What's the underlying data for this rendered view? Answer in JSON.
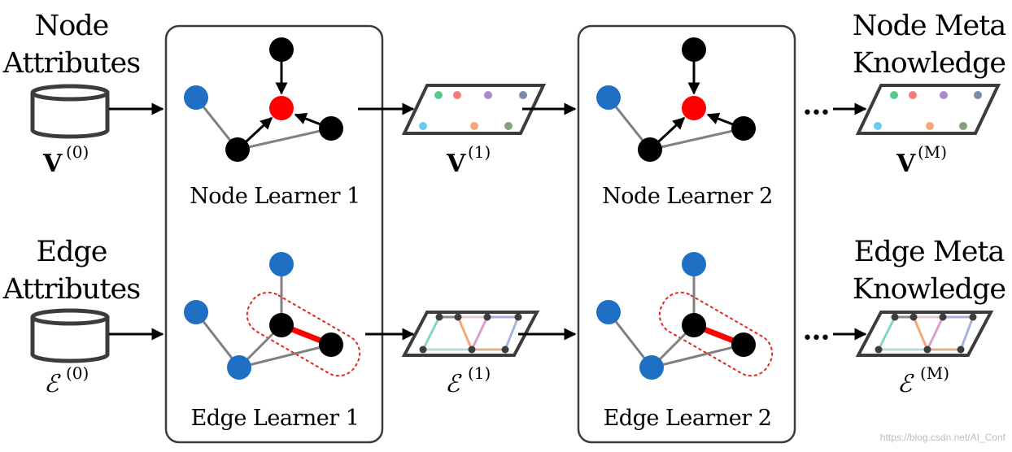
{
  "node_row": {
    "input_label_line1": "Node",
    "input_label_line2": "Attributes",
    "input_symbol": "V",
    "input_superscript": "(0)",
    "learner1_caption": "Node Learner 1",
    "learner2_caption": "Node Learner 2",
    "mid_symbol": "V",
    "mid_superscript": "(1)",
    "output_label_line1": "Node Meta",
    "output_label_line2": "Knowledge",
    "output_symbol": "V",
    "output_superscript": "(M)",
    "ellipsis": "•••"
  },
  "edge_row": {
    "input_label_line1": "Edge",
    "input_label_line2": "Attributes",
    "input_symbol": "ℰ",
    "input_superscript": "(0)",
    "learner1_caption": "Edge Learner 1",
    "learner2_caption": "Edge Learner 2",
    "mid_symbol": "ℰ",
    "mid_superscript": "(1)",
    "output_label_line1": "Edge Meta",
    "output_label_line2": "Knowledge",
    "output_symbol": "ℰ",
    "output_superscript": "(M)",
    "ellipsis": "•••"
  },
  "watermark": "https://blog.csdn.net/AI_Conf",
  "colors": {
    "blue_node": "#1f6fc4",
    "black_node": "#000000",
    "red_node": "#ff0000",
    "red_edge": "#ff0000",
    "gray_edge": "#808080",
    "box_stroke": "#3c3c3c",
    "dashed_outline": "#e8261f"
  }
}
